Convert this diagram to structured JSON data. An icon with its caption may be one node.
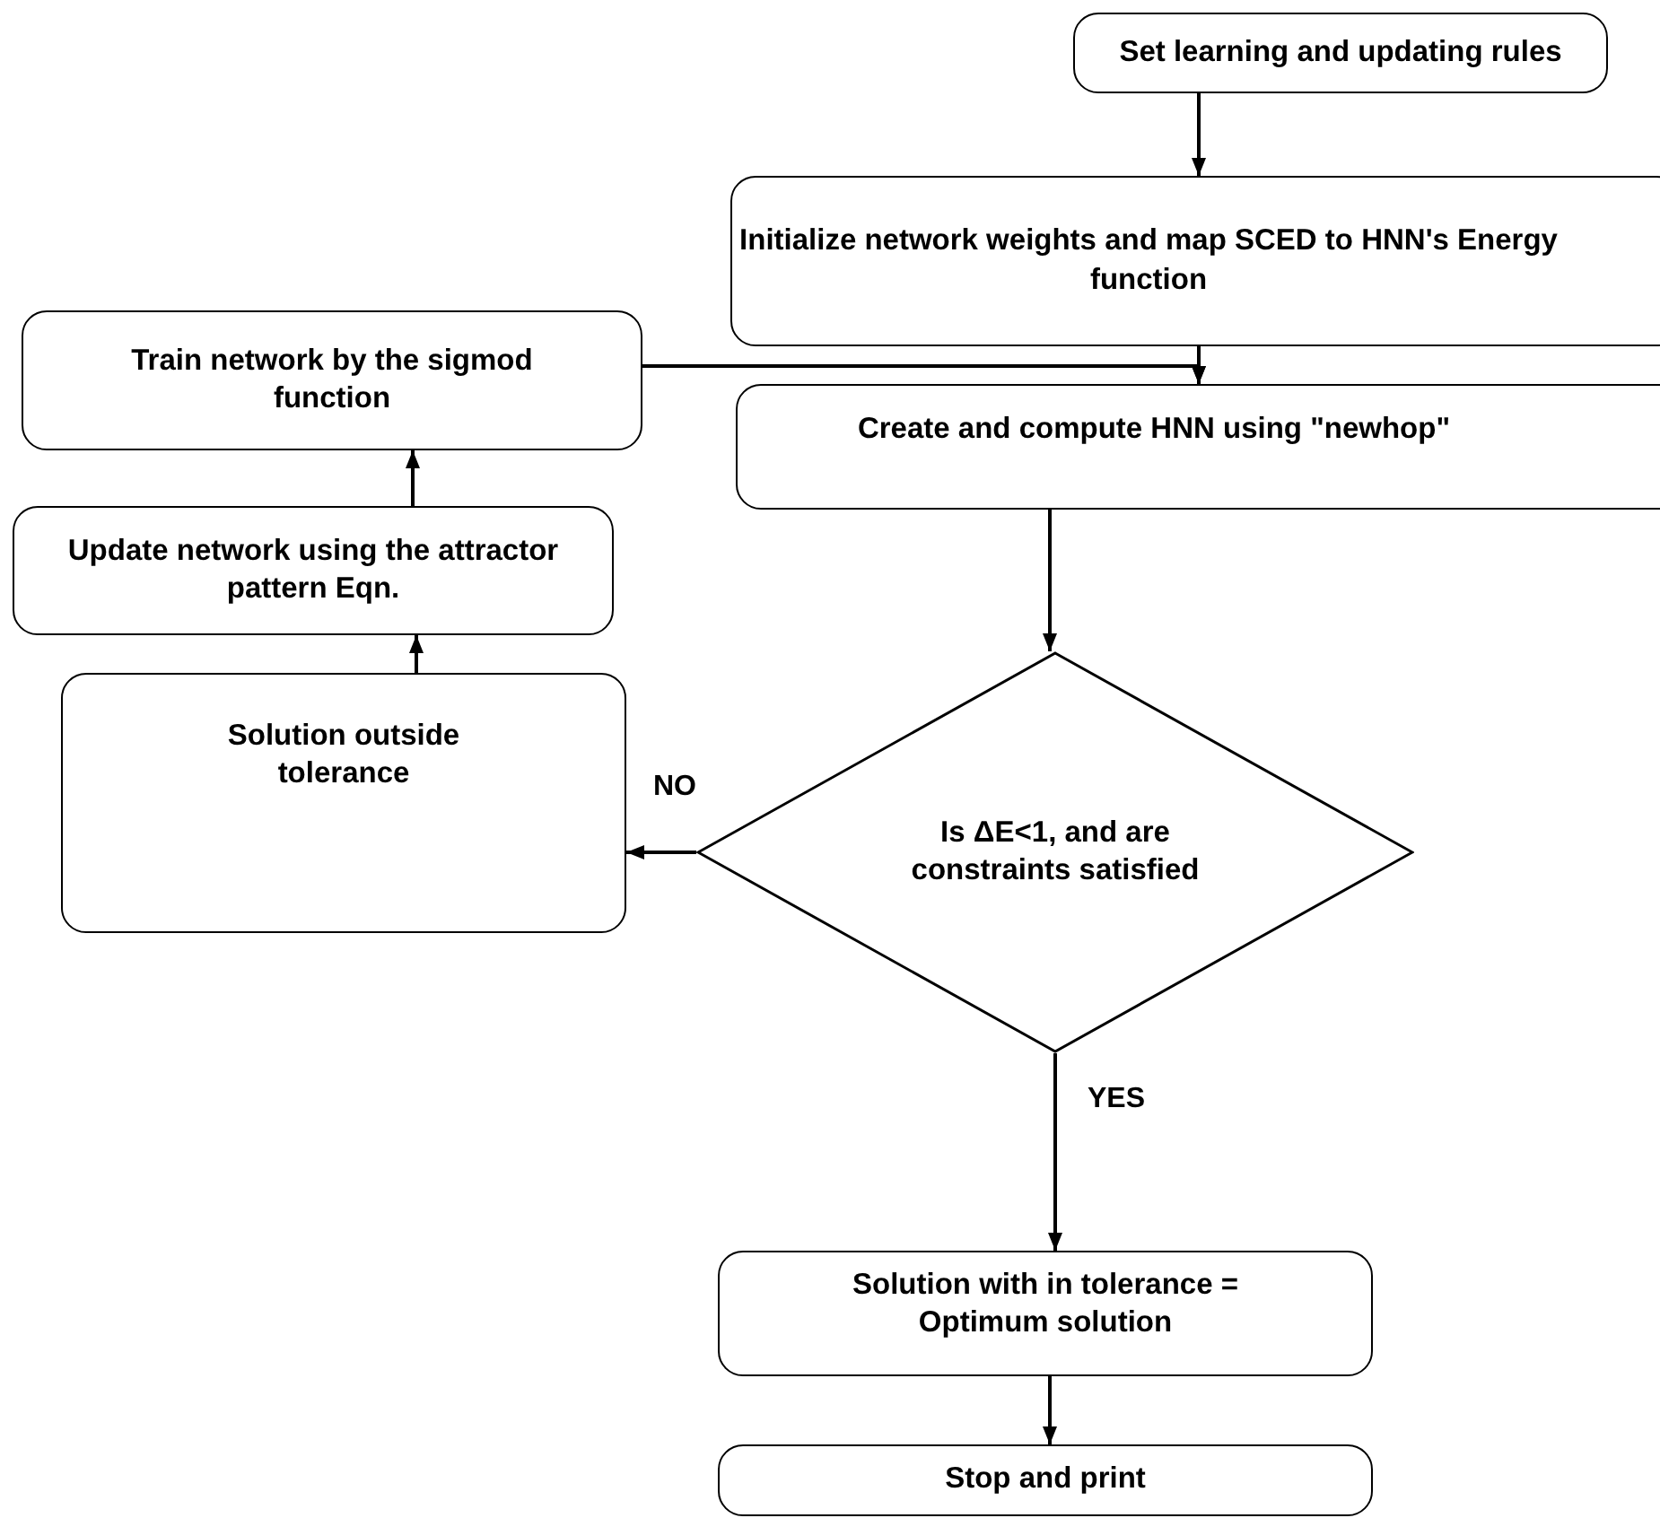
{
  "diagram": {
    "nodes": [
      {
        "text": [
          "Set learning and updating rules"
        ]
      },
      {
        "text": [
          "Initialize network weights and map SCED to HNN's Energy function"
        ]
      },
      {
        "text": [
          "Create and compute HNN using \"newhop\""
        ]
      },
      {
        "text": [
          "Is ΔE<1, and are constraints satisfied"
        ]
      },
      {
        "text": [
          "Solution outside tolerance"
        ]
      },
      {
        "text": [
          "Update network using the attractor pattern Eqn."
        ]
      },
      {
        "text": [
          "Train network by the sigmod function"
        ]
      },
      {
        "text": [
          "Solution with in tolerance = Optimum solution"
        ]
      },
      {
        "text": [
          "Stop and print"
        ]
      }
    ],
    "edges": [
      {
        "from": 0,
        "to": 1,
        "arrow": "to"
      },
      {
        "from": 1,
        "to": 2,
        "arrow": "to"
      },
      {
        "from": 6,
        "to": 2,
        "arrow": "to"
      },
      {
        "from": 2,
        "to": 3,
        "arrow": "to"
      },
      {
        "from": 3,
        "to": 4,
        "arrow": "to",
        "label": "NO"
      },
      {
        "from": 4,
        "to": 5,
        "arrow": "to"
      },
      {
        "from": 5,
        "to": 6,
        "arrow": "to"
      },
      {
        "from": 3,
        "to": 7,
        "arrow": "to",
        "label": "YES"
      },
      {
        "from": 7,
        "to": 8,
        "arrow": "to"
      }
    ]
  }
}
